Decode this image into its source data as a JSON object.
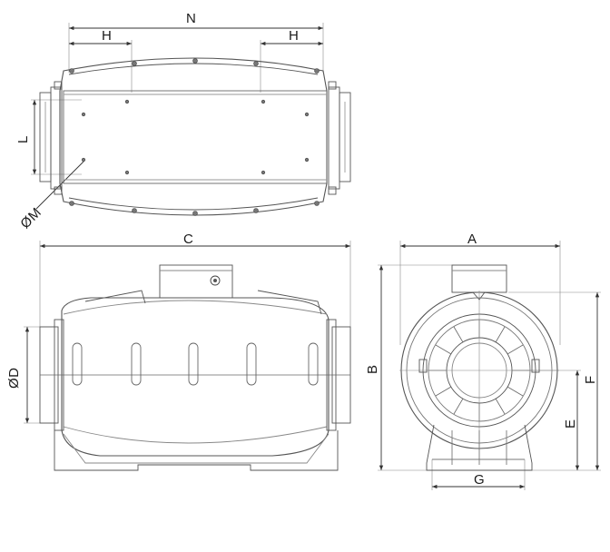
{
  "drawing": {
    "top_view": {
      "dim_N": "N",
      "dim_H_left": "H",
      "dim_H_right": "H",
      "dim_L": "L",
      "dim_M": "ØM"
    },
    "side_view": {
      "dim_C": "C",
      "dim_D": "ØD"
    },
    "front_view": {
      "dim_A": "A",
      "dim_B": "B",
      "dim_E": "E",
      "dim_F": "F",
      "dim_G": "G"
    }
  }
}
